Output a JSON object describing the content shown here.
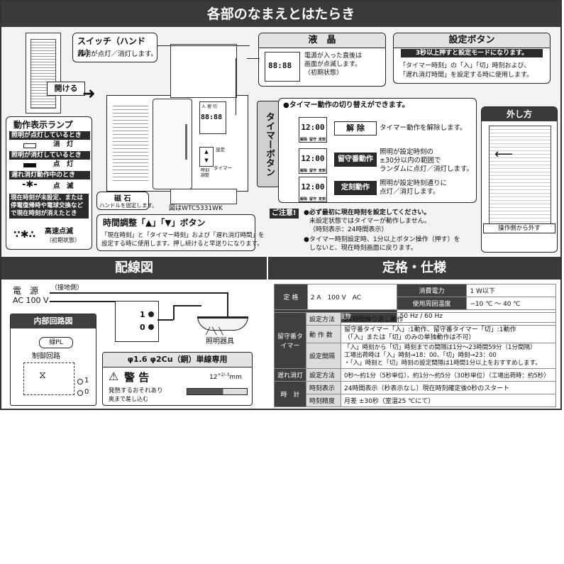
{
  "titles": {
    "main": "各部のなまえとはたらき",
    "wiring": "配線図",
    "spec": "定格・仕様"
  },
  "switch_box": {
    "title": "スイッチ（ハンドル）",
    "desc": "照明が点灯／消灯します。"
  },
  "open_label": "開ける",
  "lamp_box": {
    "title": "動作表示ランプ",
    "row1": "照明が点灯しているとき",
    "row1_state": "消　灯",
    "row2": "照明が消灯しているとき",
    "row2_state": "点　灯",
    "row3": "遅れ消灯動作中のとき",
    "row3_state": "点　滅",
    "row4": "現在時刻が未設定、または停電復帰時や電球交換などで現在時刻が消えたとき",
    "row4_state": "高速点滅",
    "row4_note": "（初期状態）"
  },
  "magnet": {
    "title": "磁 石",
    "desc": "ハンドルを固定します。"
  },
  "model": "図はWTC5331WK",
  "time_adjust": {
    "title": "時間調整「▲」「▼」ボタン",
    "desc1": "「現在時刻」と「タイマー時刻」および「遅れ消灯時間」を",
    "desc2": "設定する時に使用します。押し続けると早送りになります。"
  },
  "lcd_box": {
    "title": "液　晶",
    "desc1": "電源が入った直後は",
    "desc2": "画面が点滅します。",
    "desc3": "（初期状態）",
    "digits": "88:88"
  },
  "setting_button": {
    "title": "設定ボタン",
    "banner": "3秒以上押すと設定モードになります。",
    "desc1": "「タイマー時刻」の「入」「切」時刻および、",
    "desc2": "「遅れ消灯時間」を設定する時に使用します。"
  },
  "device": {
    "indicator_labels": [
      "入",
      "留",
      "切"
    ],
    "digits": "88:88",
    "set_label": "設定",
    "timer_label": "タイマー",
    "time_label": "時刻\n調整"
  },
  "timer_button": {
    "side_label": "タイマーボタン",
    "intro": "●タイマー動作の切り替えができます。",
    "lcd_time": "12:00",
    "lcd_labels": "解除 留守 定刻",
    "mode1": "解 除",
    "mode1_desc": "タイマー動作を解除します。",
    "mode2": "留守番動作",
    "mode2_desc1": "照明が設定時刻の",
    "mode2_desc2": "±30分以内の範囲で",
    "mode2_desc3": "ランダムに点灯／消灯します。",
    "mode3": "定刻動作",
    "mode3_desc1": "照明が設定時刻通りに",
    "mode3_desc2": "点灯／消灯します。"
  },
  "caution": {
    "badge": "ご注意!",
    "line1": "●必ず最初に現在時刻を設定してください。",
    "line2": "未設定状態ではタイマーが動作しません。",
    "line3": "（時刻表示：24時間表示）",
    "line4": "●タイマー時刻設定時、1分以上ボタン操作（押す）を",
    "line5": "しないと、現在時刻画面に戻ります。"
  },
  "removal": {
    "title": "外し方",
    "note": "操作側から外す"
  },
  "wiring": {
    "power1": "電　源",
    "power2": "AC 100 V",
    "ground": "（接地側）",
    "term1": "1",
    "term0": "0",
    "fixture": "照明器具",
    "inner_title": "内部回路図",
    "pl": "緑PL",
    "control": "制御回路",
    "pin1": "1",
    "pin0": "0",
    "wire_spec": "φ1.6 φ2Cu（銅）単線専用",
    "warning_title": "警 告",
    "warning1": "発熱するおそれあり",
    "warning2": "奥まで差し込む",
    "strip": "12",
    "strip_tol": "+2/-3",
    "strip_unit": "mm"
  },
  "spec": {
    "rated": "定 格",
    "rated_value": "2 A　100 V　AC",
    "power_cons": "消費電力",
    "power_cons_value": "1 W以下",
    "temp": "使用周囲温度",
    "temp_value": "−10 ℃ ～ 40 ℃",
    "freq": "定格周波数",
    "freq_value": "50 Hz / 60 Hz",
    "away_timer": "留守番タイマー",
    "method": "設定方法",
    "method_value": "24時間繰り返し動作",
    "count": "動 作 数",
    "count_value1": "留守番タイマー「入」:1動作、留守番タイマー「切」:1動作",
    "count_value2": "（「入」または「切」のみの単独動作は不可）",
    "interval": "設定間隔",
    "interval_value1": "「入」時刻から「切」時刻までの間隔は1分～23時間59分（1分間隔）",
    "interval_value2": "工場出荷時は「入」時刻→18：00、「切」時刻→23：00",
    "interval_value3": "・「入」時刻と「切」時刻の設定間隔は1時間1分以上をおすすめします。",
    "delay": "遅れ消灯",
    "delay_method": "設定方法",
    "delay_value": "0秒～約1分（5秒単位）、約1分～約5分（30秒単位）（工場出荷時：約5秒）",
    "clock": "時　計",
    "clock_disp": "時刻表示",
    "clock_disp_value": "24時間表示（秒表示なし）現在時刻確定後0秒のスタート",
    "clock_acc": "時刻精度",
    "clock_acc_value": "月差 ±30秒（室温25 ℃にて）"
  }
}
